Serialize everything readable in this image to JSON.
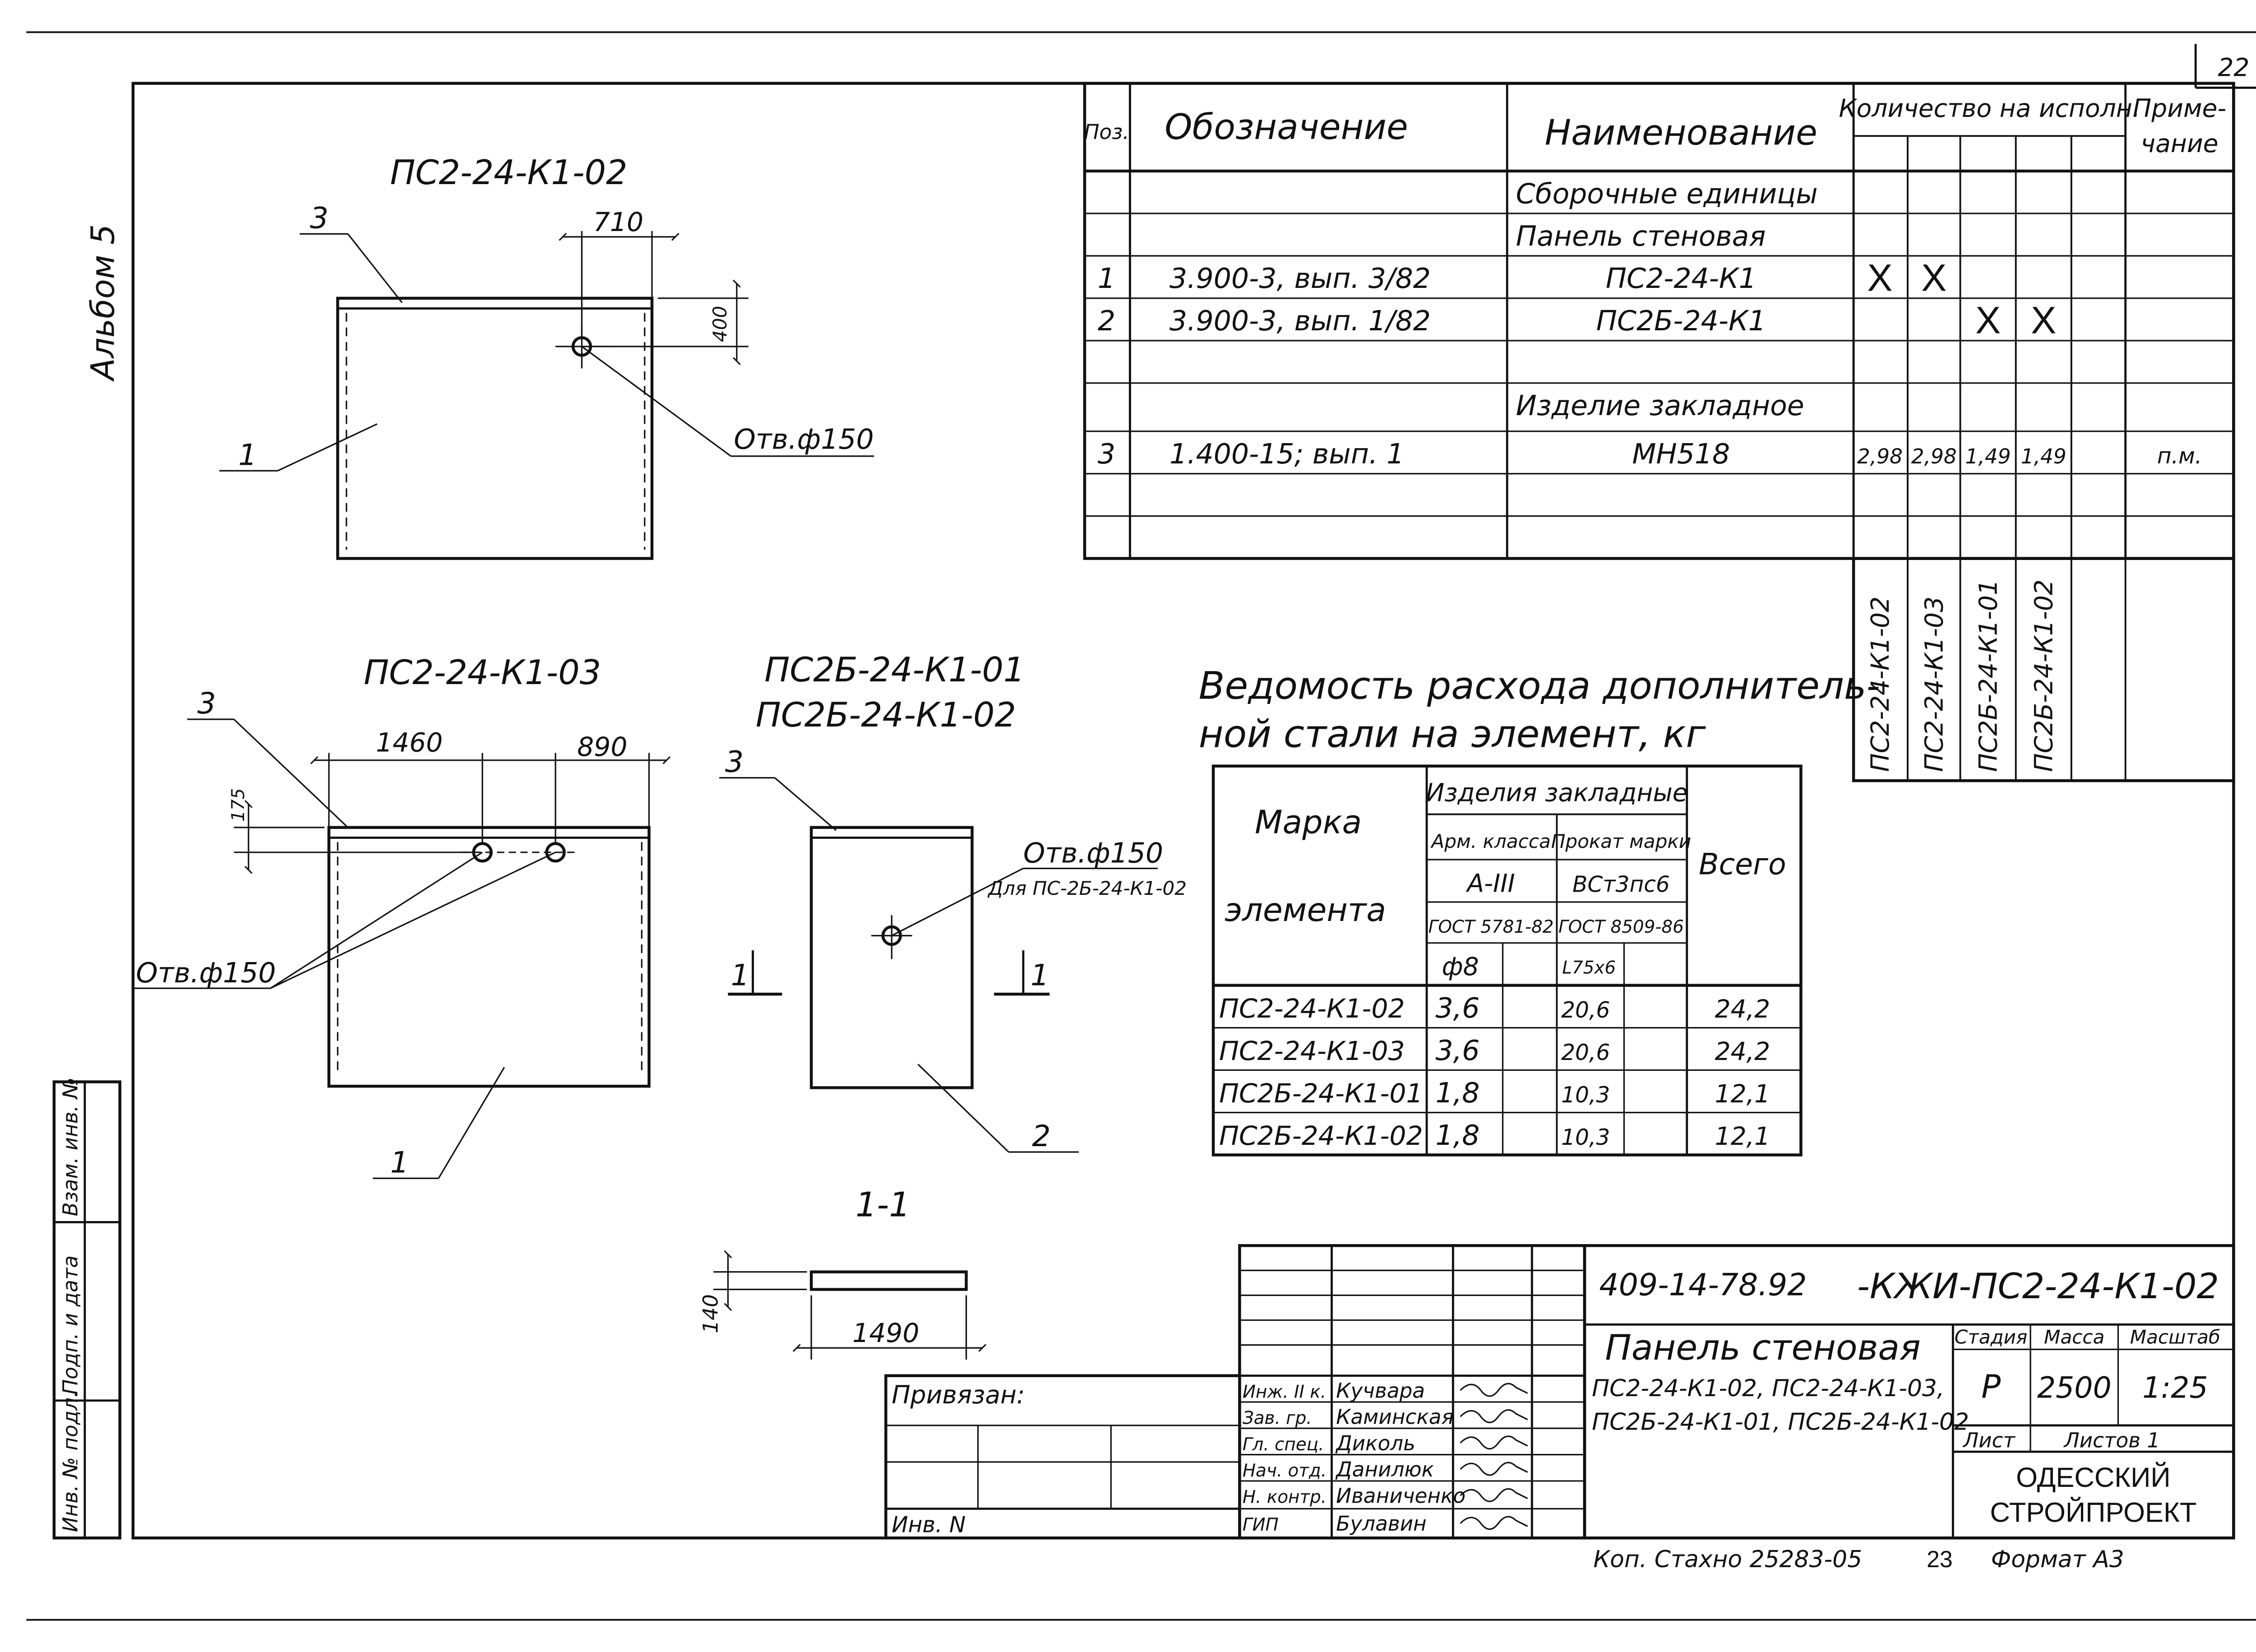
{
  "page_number": "22",
  "album": "Альбом 5",
  "views": {
    "v1": {
      "title": "ПС2-24-К1-02",
      "dim_top": "710",
      "dim_side": "400",
      "hole": "Отв.ф150",
      "callout_3": "3",
      "callout_1": "1"
    },
    "v2": {
      "title": "ПС2-24-К1-03",
      "dim_a": "1460",
      "dim_b": "890",
      "dim_side": "175",
      "hole": "Отв.ф150",
      "callout_3": "3",
      "callout_1": "1"
    },
    "v3": {
      "title_1": "ПС2Б-24-К1-01",
      "title_2": "ПС2Б-24-К1-02",
      "hole": "Отв.ф150",
      "hole_note": "Для ПС-2Б-24-К1-02",
      "callout_3": "3",
      "callout_2": "2",
      "cut_left": "1",
      "cut_right": "1"
    },
    "section": {
      "title": "1-1",
      "dim_h": "140",
      "dim_w": "1490"
    }
  },
  "spec": {
    "headers": {
      "pos": "Поз.",
      "designation": "Обозначение",
      "name": "Наименование",
      "qty": "Количество на исполн.",
      "note": "Приме-чание"
    },
    "rows": [
      {
        "pos": "",
        "designation": "",
        "name": "Сборочные единицы",
        "q": [
          "",
          "",
          "",
          ""
        ],
        "note": ""
      },
      {
        "pos": "",
        "designation": "",
        "name": "Панель стеновая",
        "q": [
          "",
          "",
          "",
          ""
        ],
        "note": ""
      },
      {
        "pos": "1",
        "designation": "3.900-3, вып. 3/82",
        "name": "ПС2-24-К1",
        "q": [
          "X",
          "X",
          "",
          ""
        ],
        "note": ""
      },
      {
        "pos": "2",
        "designation": "3.900-3, вып. 1/82",
        "name": "ПС2Б-24-К1",
        "q": [
          "",
          "",
          "X",
          "X"
        ],
        "note": ""
      },
      {
        "pos": "",
        "designation": "",
        "name": "",
        "q": [
          "",
          "",
          "",
          ""
        ],
        "note": ""
      },
      {
        "pos": "",
        "designation": "",
        "name": "Изделие закладное",
        "q": [
          "",
          "",
          "",
          ""
        ],
        "note": ""
      },
      {
        "pos": "3",
        "designation": "1.400-15; вып. 1",
        "name": "МН518",
        "q": [
          "2,98",
          "2,98",
          "1,49",
          "1,49"
        ],
        "note": "п.м."
      },
      {
        "pos": "",
        "designation": "",
        "name": "",
        "q": [
          "",
          "",
          "",
          ""
        ],
        "note": ""
      },
      {
        "pos": "",
        "designation": "",
        "name": "",
        "q": [
          "",
          "",
          "",
          ""
        ],
        "note": ""
      }
    ],
    "executions": [
      "ПС2-24-К1-02",
      "ПС2-24-К1-03",
      "ПС2Б-24-К1-01",
      "ПС2Б-24-К1-02"
    ]
  },
  "steel": {
    "title_1": "Ведомость расхода дополнитель-",
    "title_2": "ной стали на элемент, кг",
    "h_mark_1": "Марка",
    "h_mark_2": "элемента",
    "h_group": "Изделия закладные",
    "h_arm": "Арм. класса",
    "h_prokat": "Прокат марки",
    "h_a3": "А-III",
    "h_vst": "ВСт3пс6",
    "h_gost1": "ГОСТ 5781-82",
    "h_gost2": "ГОСТ 8509-86",
    "h_d8": "ф8",
    "h_l": "L75х6",
    "h_total": "Всего",
    "rows": [
      {
        "mark": "ПС2-24-К1-02",
        "arm": "3,6",
        "prokat": "20,6",
        "total": "24,2"
      },
      {
        "mark": "ПС2-24-К1-03",
        "arm": "3,6",
        "prokat": "20,6",
        "total": "24,2"
      },
      {
        "mark": "ПС2Б-24-К1-01",
        "arm": "1,8",
        "prokat": "10,3",
        "total": "12,1"
      },
      {
        "mark": "ПС2Б-24-К1-02",
        "arm": "1,8",
        "prokat": "10,3",
        "total": "12,1"
      }
    ]
  },
  "side_stamp": {
    "c1": "Взам. инв. №",
    "c2": "Подп. и дата",
    "c3": "Инв. № подл."
  },
  "title_block": {
    "code_left": "409-14-78.92",
    "code_right": "-КЖИ-ПС2-24-К1-02",
    "doc_name": "Панель стеновая",
    "doc_line2": "ПС2-24-К1-02, ПС2-24-К1-03,",
    "doc_line3": "ПС2Б-24-К1-01, ПС2Б-24-К1-02",
    "stage_h": "Стадия",
    "mass_h": "Масса",
    "scale_h": "Масштаб",
    "stage": "Р",
    "mass": "2500",
    "scale": "1:25",
    "sheet_h": "Лист",
    "sheets_h": "Листов 1",
    "org_1": "ОДЕССКИЙ",
    "org_2": "СТРОЙПРОЕКТ",
    "privyazan": "Привязан:",
    "inv": "Инв. N",
    "roles": [
      {
        "role": "Инж. II к.",
        "name": "Кучвара"
      },
      {
        "role": "Зав. гр.",
        "name": "Каминская"
      },
      {
        "role": "Гл. спец.",
        "name": "Диколь"
      },
      {
        "role": "Нач. отд.",
        "name": "Данилюк"
      },
      {
        "role": "Н. контр.",
        "name": "Иваниченко"
      },
      {
        "role": "ГИП",
        "name": "Булавин"
      }
    ]
  },
  "footer": {
    "copied": "Коп. Стахно 25283-05",
    "sheet": "23",
    "format": "Формат А3"
  }
}
